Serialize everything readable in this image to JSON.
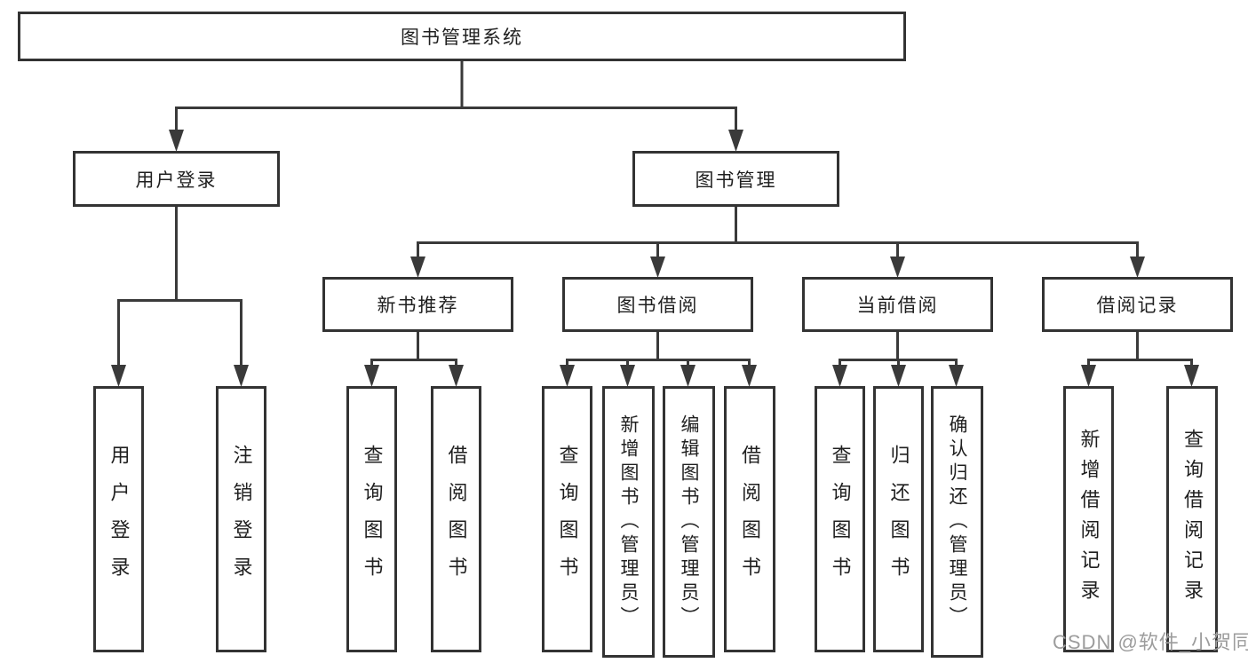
{
  "diagram_title": "图书管理系统",
  "tree": {
    "label": "图书管理系统",
    "children": [
      {
        "label": "用户登录",
        "children": [
          {
            "label": "用户登录"
          },
          {
            "label": "注销登录"
          }
        ]
      },
      {
        "label": "图书管理",
        "children": [
          {
            "label": "新书推荐",
            "children": [
              {
                "label": "查询图书"
              },
              {
                "label": "借阅图书"
              }
            ]
          },
          {
            "label": "图书借阅",
            "children": [
              {
                "label": "查询图书"
              },
              {
                "label": "新增图书（管理员）"
              },
              {
                "label": "编辑图书（管理员）"
              },
              {
                "label": "借阅图书"
              }
            ]
          },
          {
            "label": "当前借阅",
            "children": [
              {
                "label": "查询图书"
              },
              {
                "label": "归还图书"
              },
              {
                "label": "确认归还（管理员）"
              }
            ]
          },
          {
            "label": "借阅记录",
            "children": [
              {
                "label": "新增借阅记录"
              },
              {
                "label": "查询借阅记录"
              }
            ]
          }
        ]
      }
    ]
  },
  "watermark": "CSDN @软件_小贺同学",
  "colors": {
    "line": "#3a3a3a",
    "box_border": "#333333",
    "text": "#1f1f1f",
    "watermark": "#9c9c9c",
    "background": "#ffffff"
  }
}
